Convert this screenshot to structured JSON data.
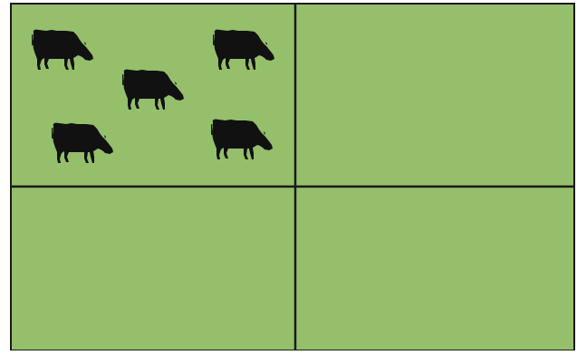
{
  "field": {
    "background_color": "#95bf6b",
    "border_color": "#1a1a1a"
  },
  "paddocks": [
    {
      "name": "top-left",
      "cow_count": 5
    },
    {
      "name": "top-right",
      "cow_count": 0
    },
    {
      "name": "bottom-left",
      "cow_count": 0
    },
    {
      "name": "bottom-right",
      "cow_count": 0
    }
  ],
  "cow": {
    "icon": "cow-icon",
    "color": "#111111"
  }
}
